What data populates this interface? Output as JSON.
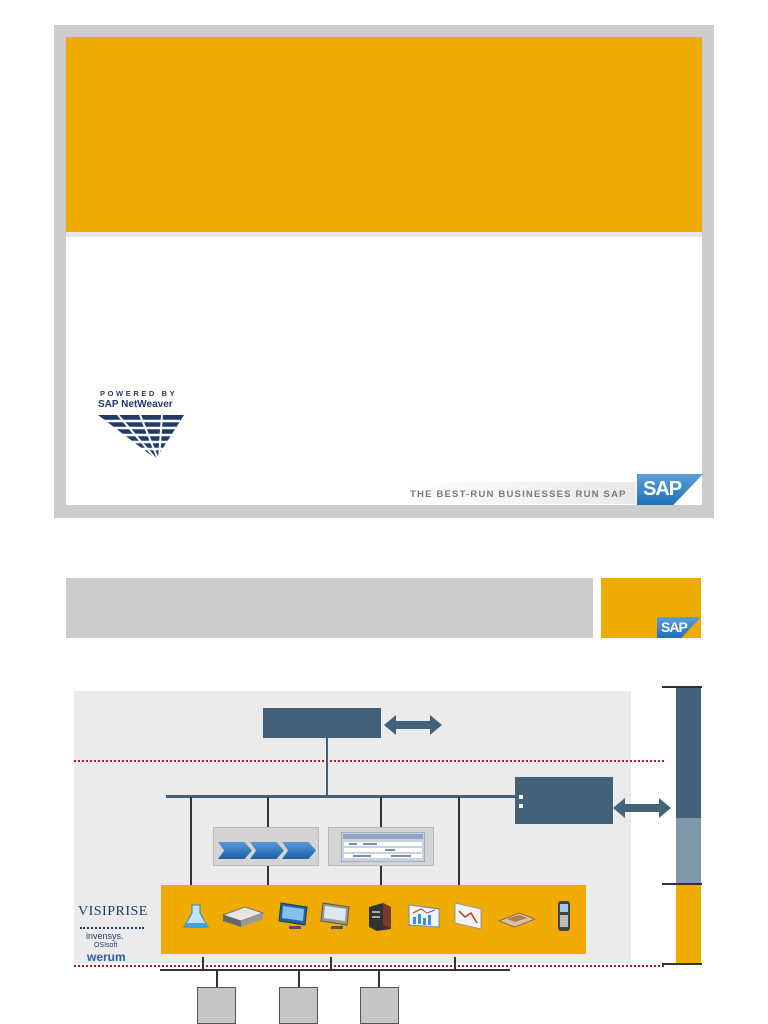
{
  "slide1": {
    "netweaver_logo": {
      "powered_by": "POWERED BY",
      "name": "SAP NetWeaver"
    },
    "tagline": "THE BEST-RUN BUSINESSES RUN SAP",
    "sap_logo": "SAP"
  },
  "slide2": {
    "sap_logo": "SAP",
    "partner_logos": {
      "visiprise": "VISIPRISE",
      "invensys": "invensys.",
      "osi": "OSIsoft",
      "werum": "werum"
    }
  },
  "colors": {
    "sap_gold": "#efab00",
    "teal": "#436179",
    "light_teal": "#7f98a8",
    "dotted_red": "#a01e2a",
    "gray_band": "#cccccc",
    "sap_blue": "#1f6fb8"
  },
  "icons": [
    "flask-icon",
    "device-icon",
    "monitor-icon",
    "display-icon",
    "server-icon",
    "chart-icon",
    "report-icon",
    "scanner-icon",
    "handheld-icon"
  ]
}
